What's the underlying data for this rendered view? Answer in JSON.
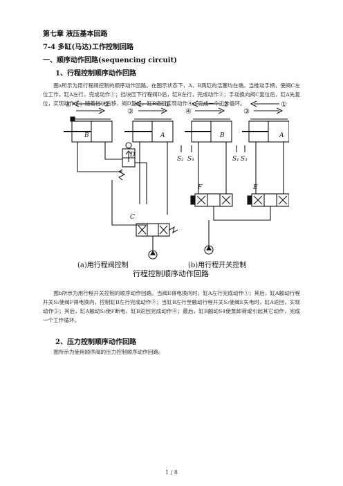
{
  "headings": {
    "chapter": "第七章  液压基本回路",
    "section": "7-4    多缸(马达)工作控制回路",
    "sub1": "一、顺序动作回路(sequencing circuit)",
    "sub2": "1、行程控制顺序动作回路",
    "sub3": "2、压力控制顺序动作回路"
  },
  "paragraphs": {
    "p1": "图a所示为用行程阀控制的顺序动作回路。在图示状态下，A、B两缸的活塞均在端。当推动手柄，使阀C左位工作，缸A左行，完成动作①；挡块压下行程阀D后，缸B左行，完成动作②；手动换向阀C复位后，缸A先复位，实现动作③；随着挡块后移，阀D复位，缸B退回实现动作④。完成一个工作循环。",
    "p2": "图b所示为用行程开关控制的顺序动作回路。当阀E得电换向时，缸A左行完成动作①；其后，缸A触动行程开关S₁使阀F得电换向，控制缸B左行完成动作②；当缸B左行至触动行程开关S₂使阀E失电时，缸A返回，实现动作③；其后，缸A触动S₃使F断电，缸B返回完成动作④；最后，缸B触动S4使泵卸荷或引起其它动作，完成一个工作循环。",
    "p3": "图所示为使用顺序阀的压力控制顺序动作回路。"
  },
  "figure": {
    "caption_a": "(a)用行程阀控制",
    "caption_b": "(b)用行程开关控制",
    "title": "行程控制顺序动作回路",
    "labels": {
      "n1": "①",
      "n2": "②",
      "n3": "③",
      "n4": "④",
      "A": "A",
      "B": "B",
      "C": "C",
      "D": "D",
      "E": "E",
      "F": "F",
      "S1": "S₁",
      "S2": "S₂",
      "S3": "S₃",
      "S4": "S₄"
    }
  },
  "footer": {
    "page": "1 / 8"
  }
}
